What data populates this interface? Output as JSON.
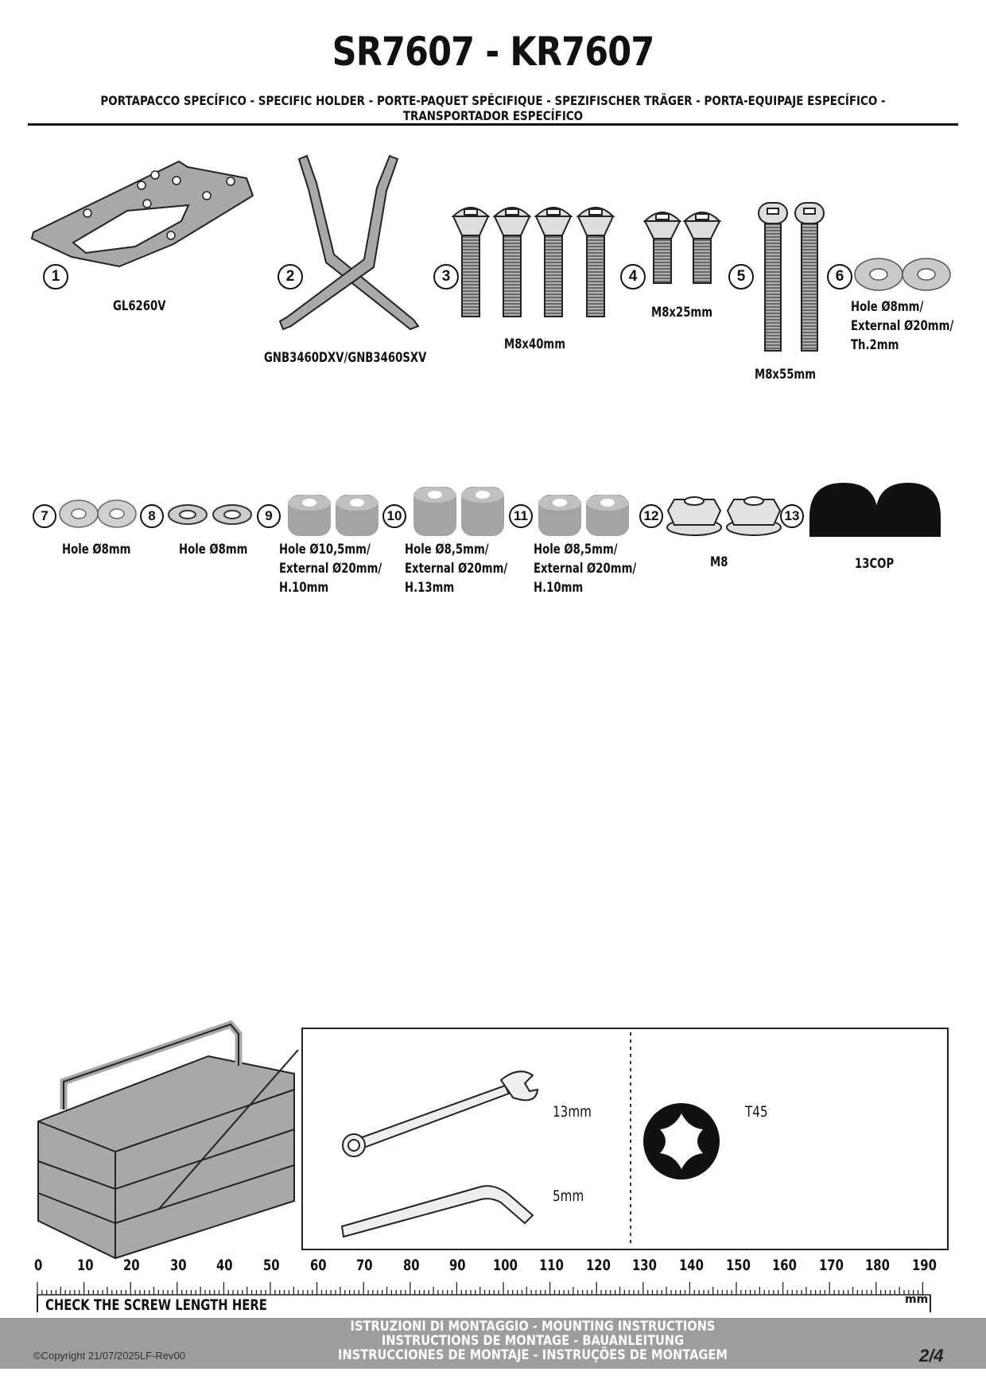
{
  "header": {
    "title": "SR7607 - KR7607",
    "subtitle": "PORTAPACCO SPECÍFICO - SPECIFIC HOLDER - PORTE-PAQUET SPÉCIFIQUE - SPEZIFISCHER TRÄGER - PORTA-EQUIPAJE ESPECÍFICO - TRANSPORTADOR ESPECÍFICO"
  },
  "parts": [
    {
      "num": "1",
      "lines": [
        "GL6260V"
      ]
    },
    {
      "num": "2",
      "lines": [
        "GNB3460DXV/GNB3460SXV"
      ]
    },
    {
      "num": "3",
      "lines": [
        "M8x40mm"
      ]
    },
    {
      "num": "4",
      "lines": [
        "M8x25mm"
      ]
    },
    {
      "num": "5",
      "lines": [
        "M8x55mm"
      ]
    },
    {
      "num": "6",
      "lines": [
        "Hole Ø8mm/",
        "External Ø20mm/",
        "Th.2mm"
      ]
    },
    {
      "num": "7",
      "lines": [
        "Hole Ø8mm"
      ]
    },
    {
      "num": "8",
      "lines": [
        "Hole Ø8mm"
      ]
    },
    {
      "num": "9",
      "lines": [
        "Hole Ø10,5mm/",
        "External Ø20mm/",
        "H.10mm"
      ]
    },
    {
      "num": "10",
      "lines": [
        "Hole Ø8,5mm/",
        "External Ø20mm/",
        "H.13mm"
      ]
    },
    {
      "num": "11",
      "lines": [
        "Hole Ø8,5mm/",
        "External Ø20mm/",
        "H.10mm"
      ]
    },
    {
      "num": "12",
      "lines": [
        "M8"
      ]
    },
    {
      "num": "13",
      "lines": [
        "13COP"
      ]
    }
  ],
  "tools": {
    "wrench": "13mm",
    "hex_key": "5mm",
    "torx": "T45"
  },
  "ruler": {
    "ticks": [
      "0",
      "10",
      "20",
      "30",
      "40",
      "50",
      "60",
      "70",
      "80",
      "90",
      "100",
      "110",
      "120",
      "130",
      "140",
      "150",
      "160",
      "170",
      "180",
      "190"
    ],
    "unit": "mm",
    "caption": "CHECK THE SCREW LENGTH HERE"
  },
  "footer": {
    "lines": [
      "ISTRUZIONI DI MONTAGGIO  -  MOUNTING INSTRUCTIONS",
      "INSTRUCTIONS DE MONTAGE - BAUANLEITUNG",
      "INSTRUCCIONES DE MONTAJE - INSTRUÇÕES DE MONTAGEM"
    ],
    "copyright": "©Copyright 21/07/2025LF-Rev00",
    "page": "2/4"
  },
  "colors": {
    "part_fill": "#a8a8a8",
    "part_stroke": "#222222",
    "footer_bar": "#9d9d9d"
  }
}
